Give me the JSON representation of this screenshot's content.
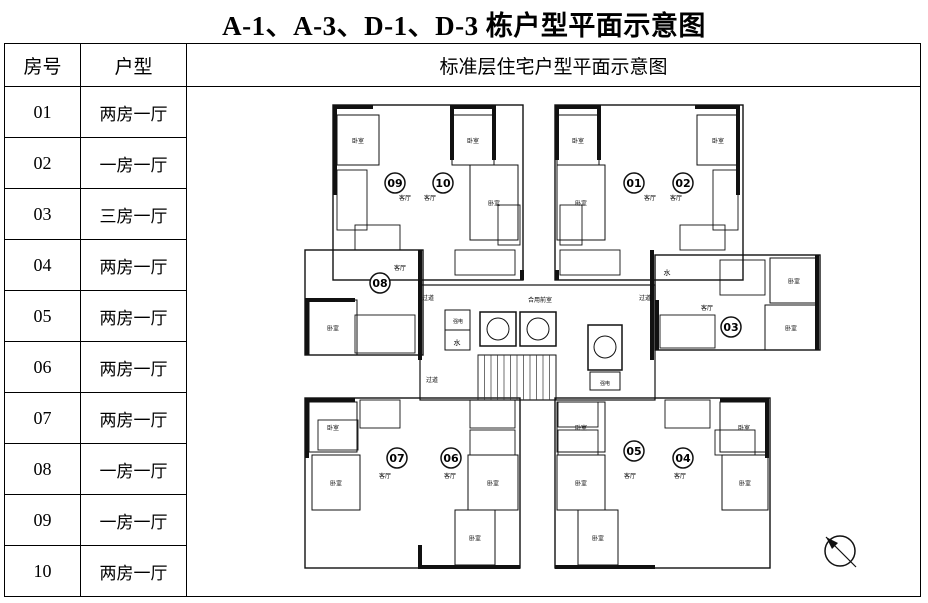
{
  "title": "A-1、A-3、D-1、D-3 栋户型平面示意图",
  "table": {
    "headers": [
      "房号",
      "户型",
      "标准层住宅户型平面示意图"
    ],
    "rows": [
      {
        "no": "01",
        "type": "两房一厅"
      },
      {
        "no": "02",
        "type": "一房一厅"
      },
      {
        "no": "03",
        "type": "三房一厅"
      },
      {
        "no": "04",
        "type": "两房一厅"
      },
      {
        "no": "05",
        "type": "两房一厅"
      },
      {
        "no": "06",
        "type": "两房一厅"
      },
      {
        "no": "07",
        "type": "两房一厅"
      },
      {
        "no": "08",
        "type": "一房一厅"
      },
      {
        "no": "09",
        "type": "一房一厅"
      },
      {
        "no": "10",
        "type": "两房一厅"
      }
    ]
  },
  "plan": {
    "units": [
      "09",
      "10",
      "01",
      "02",
      "08",
      "03",
      "07",
      "06",
      "05",
      "04"
    ],
    "labels": {
      "bedroom": "卧室",
      "living": "客厅",
      "corridor": "过道",
      "lobby": "合用前室",
      "water": "水",
      "elec": "强电"
    }
  }
}
